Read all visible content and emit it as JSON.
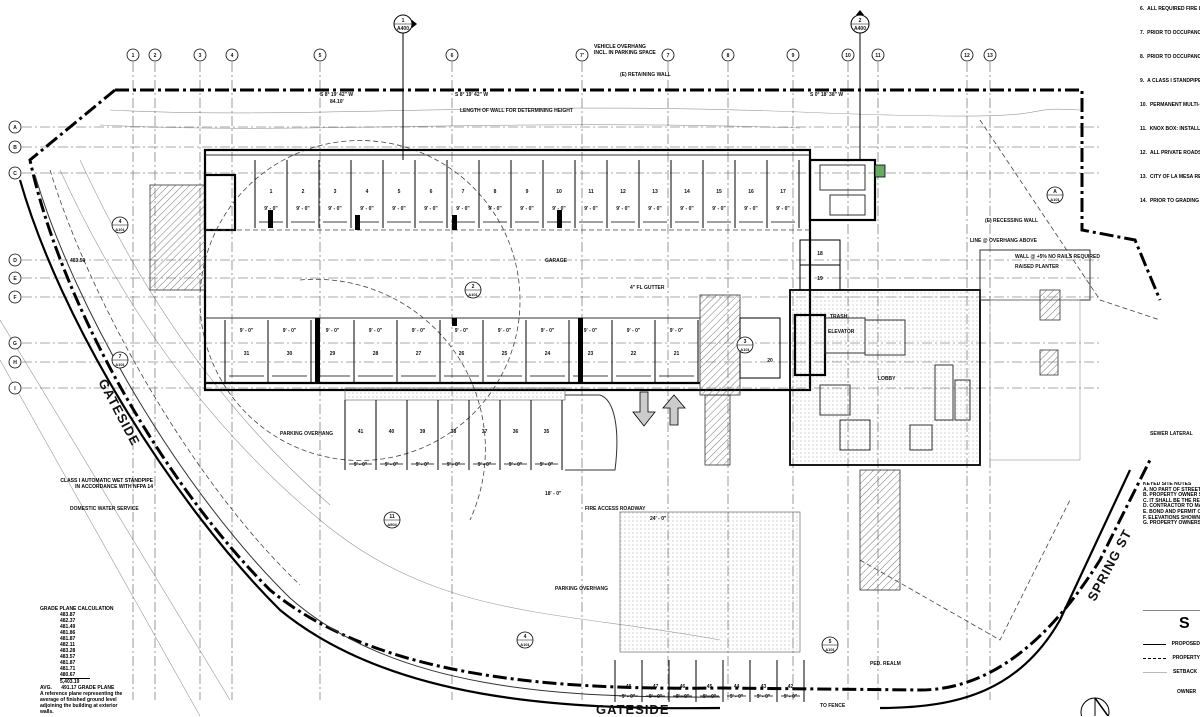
{
  "sheet": {
    "grid_columns": [
      "1",
      "2",
      "3",
      "4",
      "5",
      "6",
      "7'",
      "7",
      "8",
      "9",
      "10",
      "11",
      "12",
      "13"
    ],
    "grid_rows": [
      "A",
      "B",
      "C",
      "D",
      "E",
      "F",
      "G",
      "H",
      "I"
    ],
    "section_markers": [
      {
        "num": "1",
        "sheet": "A400"
      },
      {
        "num": "2",
        "sheet": "A400"
      }
    ],
    "detail_markers": [
      {
        "num": "4",
        "sheet": "A101"
      },
      {
        "num": "2",
        "sheet": "A101"
      },
      {
        "num": "7",
        "sheet": "A101"
      },
      {
        "num": "A",
        "sheet": "A101"
      },
      {
        "num": "3",
        "sheet": "A101"
      },
      {
        "num": "11",
        "sheet": "A504"
      },
      {
        "num": "4",
        "sheet": "A101"
      },
      {
        "num": "5",
        "sheet": "A101"
      }
    ]
  },
  "streets": {
    "west": "GATESIDE",
    "south": "GATESIDE",
    "east": "SPRING ST"
  },
  "labels": {
    "bearing_top": "S 8° 19' 42\" W",
    "bearing_top_dist": "84.10'",
    "bearing_right": "S 0° 18' 38\" W",
    "wall_length": "LENGTH OF WALL FOR DETERMINING HEIGHT",
    "vehicle_overhang": "VEHICLE OVERHANG INCL. IN PARKING SPACE",
    "retaining_wall": "(E) RETAINING WALL",
    "garage": "GARAGE",
    "gutter": "4\" FL GUTTER",
    "parking_overhang": "PARKING OVERHANG",
    "fire_access": "FIRE ACCESS ROADWAY",
    "standpipe": "CLASS I AUTOMATIC WET STANDPIPE IN ACCORDANCE WITH NFPA 14",
    "domestic_water": "DOMESTIC WATER SERVICE",
    "sewer_lateral": "SEWER LATERAL",
    "ped_realm": "PED. REALM",
    "lobby": "LOBBY",
    "elevator": "ELEVATOR",
    "trash": "TRASH",
    "planter": "RAISED PLANTER",
    "wall_note": "WALL @ +5% NO RAILS REQUIRED",
    "recessing_wall": "(E) RECESSING WALL",
    "line_overhang": "LINE @ OVERHANG ABOVE",
    "dim_1": "9' - 0\"",
    "dim_2": "18' - 0\"",
    "dim_3": "24' - 0\"",
    "to_fence": "TO FENCE",
    "grade": "483.50"
  },
  "stalls": {
    "top_row": [
      "1",
      "2",
      "3",
      "4",
      "5",
      "6",
      "7",
      "8",
      "9",
      "10",
      "11",
      "12",
      "13",
      "14",
      "15",
      "16",
      "17"
    ],
    "middle_row": [
      "31",
      "30",
      "29",
      "28",
      "27",
      "26",
      "25",
      "24",
      "23",
      "22",
      "21"
    ],
    "south_row": [
      "41",
      "40",
      "39",
      "38",
      "37",
      "36",
      "35"
    ],
    "bottom_row": [
      "48",
      "47",
      "46",
      "45",
      "44",
      "43",
      "42"
    ],
    "lobby_stall": "20",
    "ramp_stalls": [
      "18",
      "19"
    ]
  },
  "grade_plane": {
    "title": "GRADE PLANE CALCULATION",
    "values": [
      "483.87",
      "482.37",
      "481.49",
      "481.86",
      "481.87",
      "482.11",
      "483.28",
      "483.57",
      "481.87",
      "481.71",
      "480.67"
    ],
    "total": "5,403.19",
    "avg_label": "AVG.",
    "avg": "491.17 GRADE PLANE",
    "note": "A reference plane representing the average of finished ground level adjoining the building at exterior walls."
  },
  "notes": [
    {
      "n": "6.",
      "text": "ALL REQUIRED FIRE LANES SHALL BE APPROVED BY THE FIRE DEPT."
    },
    {
      "n": "7.",
      "text": "PRIOR TO OCCUPANCY, PROVIDE THREE SETS OF PLANS FOR REVIEW, APPROVAL AND PERMIT."
    },
    {
      "n": "8.",
      "text": "PRIOR TO OCCUPANCY, CALIFORNIA FIRE CODE PLANS SHALL BE SUBMITTED TO FIRE."
    },
    {
      "n": "9.",
      "text": "A CLASS I STANDPIPE SYSTEM SUBMIT THREE SETS OF PLANS TO DEPARTMENT FOR REVIEW."
    },
    {
      "n": "10.",
      "text": "PERMANENT MULTI-FAMILY HEIGHT, INSTALLED ON EACH OF EACH BUILDING AS SPECIFIED."
    },
    {
      "n": "11.",
      "text": "KNOX BOX: INSTALL KNOX LOCATION DETERMINED BY MASTER KEYS TO ALL LOCKED AREAS ARE REQUIRED. IT IS REQUIRED TO BE INSTALLED, SHALL BE THE FOLLOWING: PROVIDE KEY TO ACCESS OF ANY KNOX BOX."
    },
    {
      "n": "12.",
      "text": "ALL PRIVATE ROADS, ACCESS THAT READ NO PARKING HEARTLAND FIRE DEPT. AND ACCESS ROADS SHALL BE."
    },
    {
      "n": "13.",
      "text": "CITY OF LA MESA REQUIREMENTS."
    },
    {
      "n": "14.",
      "text": "PRIOR TO GRADING FOUNDATION, GRADING PLAN AND PLANS."
    }
  ],
  "site_notes": {
    "title": "KEYED SITE NOTES",
    "items": [
      {
        "n": "A.",
        "text": "NO PART OF STREET IMPROVEMENTS PROPERTIES, EASEMENTS"
      },
      {
        "n": "B.",
        "text": "PROPERTY OWNER SHALL KEEP VISIBLE TO FRONT"
      },
      {
        "n": "C.",
        "text": "IT SHALL BE THE RESPONSIBILITY SEE DAC & REQUIREMENTS"
      },
      {
        "n": "D.",
        "text": "CONTRACTOR TO MAINTAIN DIVISIONS PRIOR TO BEGIN 81-1468-1 ML"
      },
      {
        "n": "E.",
        "text": "BOND AND PERMIT OCCUPANCY AND BUILDING SETS APPROVED"
      },
      {
        "n": "F.",
        "text": "ELEVATIONS SHOWN ON FOR SPECIFICS."
      },
      {
        "n": "G.",
        "text": "PROPERTY OWNERS TO SPECIFICATIONS AND PERMITS"
      }
    ]
  },
  "legend": {
    "title": "S",
    "items": [
      "PROPOSED",
      "PROPERTY",
      "SETBACK"
    ],
    "bottom": "OWNER"
  }
}
